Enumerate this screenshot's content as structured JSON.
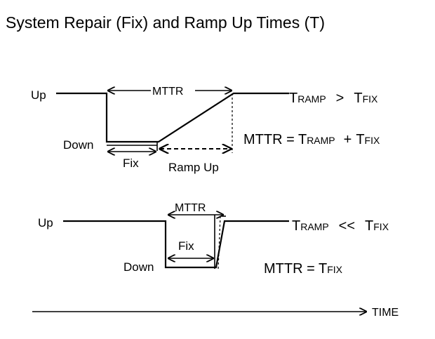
{
  "title": "System Repair (Fix) and Ramp Up Times (T)",
  "diagram1": {
    "up": "Up",
    "down": "Down",
    "mttr": "MTTR",
    "fix": "Fix",
    "ramp_up": "Ramp Up",
    "rel_t1": "T",
    "rel_s1": "RAMP",
    "rel_op": ">",
    "rel_t2": "T",
    "rel_s2": "FIX",
    "eq_left": "MTTR = ",
    "eq_t1": "T",
    "eq_s1": "RAMP",
    "eq_plus": "+",
    "eq_t2": "T",
    "eq_s2": "FIX"
  },
  "diagram2": {
    "up": "Up",
    "down": "Down",
    "mttr": "MTTR",
    "fix": "Fix",
    "rel_t1": "T",
    "rel_s1": "RAMP",
    "rel_op": "<<",
    "rel_t2": "T",
    "rel_s2": "FIX",
    "eq_left": "MTTR = ",
    "eq_t1": "T",
    "eq_s1": "FIX"
  },
  "time_axis": "TIME"
}
